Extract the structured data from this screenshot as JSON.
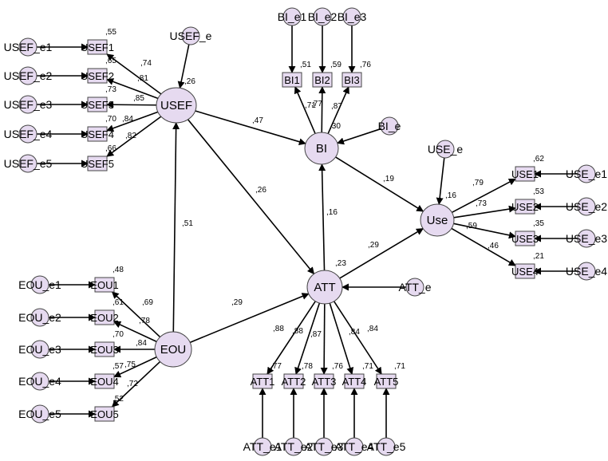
{
  "colors": {
    "node_fill": "#e6daf0",
    "node_stroke": "#444444",
    "arrow": "#000000",
    "background": "#ffffff"
  },
  "latents": [
    {
      "id": "USEF",
      "label": "USEF",
      "r2": ",26"
    },
    {
      "id": "BI",
      "label": "BI",
      "r2": ",30"
    },
    {
      "id": "Use",
      "label": "Use",
      "r2": ",16"
    },
    {
      "id": "ATT",
      "label": "ATT",
      "r2": ",23"
    },
    {
      "id": "EOU",
      "label": "EOU",
      "r2": ""
    }
  ],
  "indicators": [
    {
      "id": "USEF1",
      "label": "USEF1",
      "r2": ",55",
      "error": "USEF_e1",
      "latent": "USEF",
      "loading": ",74"
    },
    {
      "id": "USEF2",
      "label": "USEF2",
      "r2": ",65",
      "error": "USEF_e2",
      "latent": "USEF",
      "loading": ",81"
    },
    {
      "id": "USEF3",
      "label": "USEF3",
      "r2": ",73",
      "error": "USEF_e3",
      "latent": "USEF",
      "loading": ",85"
    },
    {
      "id": "USEF4",
      "label": "USEF4",
      "r2": ",70",
      "error": "USEF_e4",
      "latent": "USEF",
      "loading": ",84"
    },
    {
      "id": "USEF5",
      "label": "USEF5",
      "r2": ",66",
      "error": "USEF_e5",
      "latent": "USEF",
      "loading": ",82"
    },
    {
      "id": "BI1",
      "label": "BI1",
      "r2": ",51",
      "error": "BI_e1",
      "latent": "BI",
      "loading": ",71"
    },
    {
      "id": "BI2",
      "label": "BI2",
      "r2": ",59",
      "error": "BI_e2",
      "latent": "BI",
      "loading": ",77"
    },
    {
      "id": "BI3",
      "label": "BI3",
      "r2": ",76",
      "error": "BI_e3",
      "latent": "BI",
      "loading": ",87"
    },
    {
      "id": "USE1",
      "label": "USE1",
      "r2": ",62",
      "error": "USE_e1",
      "latent": "Use",
      "loading": ",79"
    },
    {
      "id": "USE2",
      "label": "USE2",
      "r2": ",53",
      "error": "USE_e2",
      "latent": "Use",
      "loading": ",73"
    },
    {
      "id": "USE3",
      "label": "USE3",
      "r2": ",35",
      "error": "USE_e3",
      "latent": "Use",
      "loading": ",59"
    },
    {
      "id": "USE4",
      "label": "USE4",
      "r2": ",21",
      "error": "USE_e4",
      "latent": "Use",
      "loading": ",46"
    },
    {
      "id": "EOU1",
      "label": "EOU1",
      "r2": ",48",
      "error": "EOU_e1",
      "latent": "EOU",
      "loading": ",69"
    },
    {
      "id": "EOU2",
      "label": "EOU2",
      "r2": ",61",
      "error": "EOU_e2",
      "latent": "EOU",
      "loading": ",78"
    },
    {
      "id": "EOU3",
      "label": "EOU3",
      "r2": ",70",
      "error": "EOU_e3",
      "latent": "EOU",
      "loading": ",84"
    },
    {
      "id": "EOU4",
      "label": "EOU4",
      "r2": ",57",
      "error": "EOU_e4",
      "latent": "EOU",
      "loading": ",75"
    },
    {
      "id": "EOU5",
      "label": "EOU5",
      "r2": ",52",
      "error": "EOU_e5",
      "latent": "EOU",
      "loading": ",72"
    },
    {
      "id": "ATT1",
      "label": "ATT1",
      "r2": ",77",
      "error": "ATT_e1",
      "latent": "ATT",
      "loading": ",88"
    },
    {
      "id": "ATT2",
      "label": "ATT2",
      "r2": ",78",
      "error": "ATT_e2",
      "latent": "ATT",
      "loading": ",88"
    },
    {
      "id": "ATT3",
      "label": "ATT3",
      "r2": ",76",
      "error": "ATT_e3",
      "latent": "ATT",
      "loading": ",87"
    },
    {
      "id": "ATT4",
      "label": "ATT4",
      "r2": ",71",
      "error": "ATT_e4",
      "latent": "ATT",
      "loading": ",84"
    },
    {
      "id": "ATT5",
      "label": "ATT5",
      "r2": ",71",
      "error": "ATT_e5",
      "latent": "ATT",
      "loading": ",84"
    }
  ],
  "disturbances": [
    {
      "id": "USEF_e",
      "label": "USEF_e",
      "latent": "USEF"
    },
    {
      "id": "BI_e",
      "label": "BI_e",
      "latent": "BI"
    },
    {
      "id": "USE_e",
      "label": "USE_e",
      "latent": "Use"
    },
    {
      "id": "ATT_e",
      "label": "ATT_e",
      "latent": "ATT"
    }
  ],
  "paths": [
    {
      "from": "USEF",
      "to": "BI",
      "coef": ",47"
    },
    {
      "from": "USEF",
      "to": "ATT",
      "coef": ",26"
    },
    {
      "from": "EOU",
      "to": "USEF",
      "coef": ",51"
    },
    {
      "from": "EOU",
      "to": "ATT",
      "coef": ",29"
    },
    {
      "from": "ATT",
      "to": "BI",
      "coef": ",16"
    },
    {
      "from": "ATT",
      "to": "Use",
      "coef": ",29"
    },
    {
      "from": "BI",
      "to": "Use",
      "coef": ",19"
    }
  ]
}
